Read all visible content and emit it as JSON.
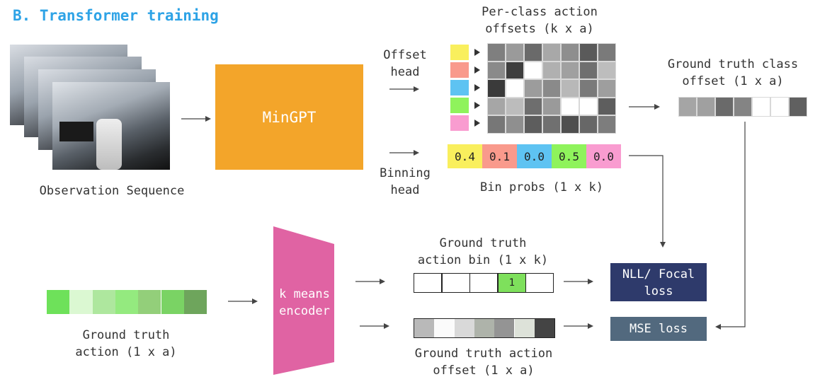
{
  "title": "B. Transformer training",
  "observation_label": "Observation Sequence",
  "mingpt_label": "MinGPT",
  "offset_head_label": "Offset\nhead",
  "binning_head_label": "Binning\nhead",
  "per_class_label": "Per-class action\noffsets (k x a)",
  "bin_probs_label": "Bin probs (1 x k)",
  "bin_probs": [
    "0.4",
    "0.1",
    "0.0",
    "0.5",
    "0.0"
  ],
  "class_colors": [
    "#f9ef5d",
    "#f99a8c",
    "#5ec3f2",
    "#8ff35c",
    "#f99cd0"
  ],
  "gt_class_offset_label": "Ground truth class\noffset (1 x a)",
  "gt_action_label": "Ground truth\naction (1 x a)",
  "kmeans_label": "k means\nencoder",
  "gt_action_bin_label": "Ground truth\naction bin (1 x k)",
  "gt_action_bin_values": [
    "",
    "",
    "",
    "1",
    ""
  ],
  "gt_action_offset_label": "Ground truth action\noffset (1 x a)",
  "nll_label": "NLL/\nFocal loss",
  "mse_label": "MSE loss",
  "colors": {
    "title": "#2ea3e6",
    "mingpt": "#f3a52a",
    "kmeans": "#e063a3",
    "nll": "#2e3a6b",
    "mse": "#52697e"
  }
}
